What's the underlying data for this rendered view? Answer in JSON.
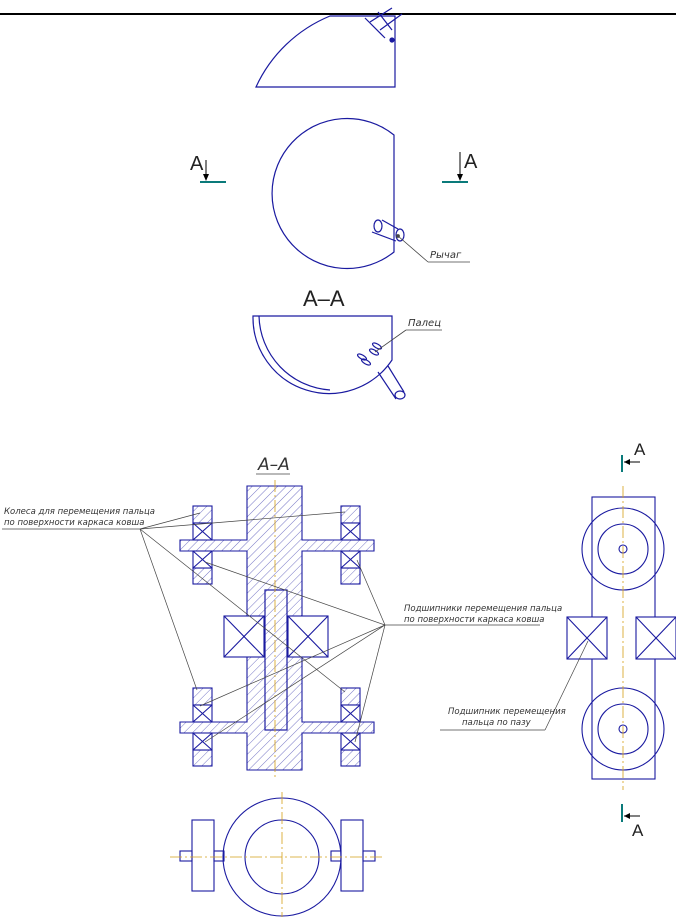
{
  "top_view": {
    "section_letter_left": "A",
    "section_letter_right": "A",
    "lever_label": "Рычаг"
  },
  "section_view": {
    "title": "А–А",
    "finger_label": "Палец"
  },
  "assembly": {
    "title": "А–А",
    "wheels_label_line1": "Колеса для перемещения пальца",
    "wheels_label_line2": "по поверхности каркаса ковша",
    "bearings_label_line1": "Подшипники перемещения пальца",
    "bearings_label_line2": "по поверхности каркаса ковша",
    "slot_bearing_label_line1": "Подшипник перемещения",
    "slot_bearing_label_line2": "пальца по пазу",
    "cut_letter_top": "А",
    "cut_letter_bottom": "А"
  },
  "colors": {
    "outline": "#1a1aa0",
    "cutting_plane": "#0a7a7a",
    "axis": "#d4a017",
    "leader": "#444444"
  }
}
